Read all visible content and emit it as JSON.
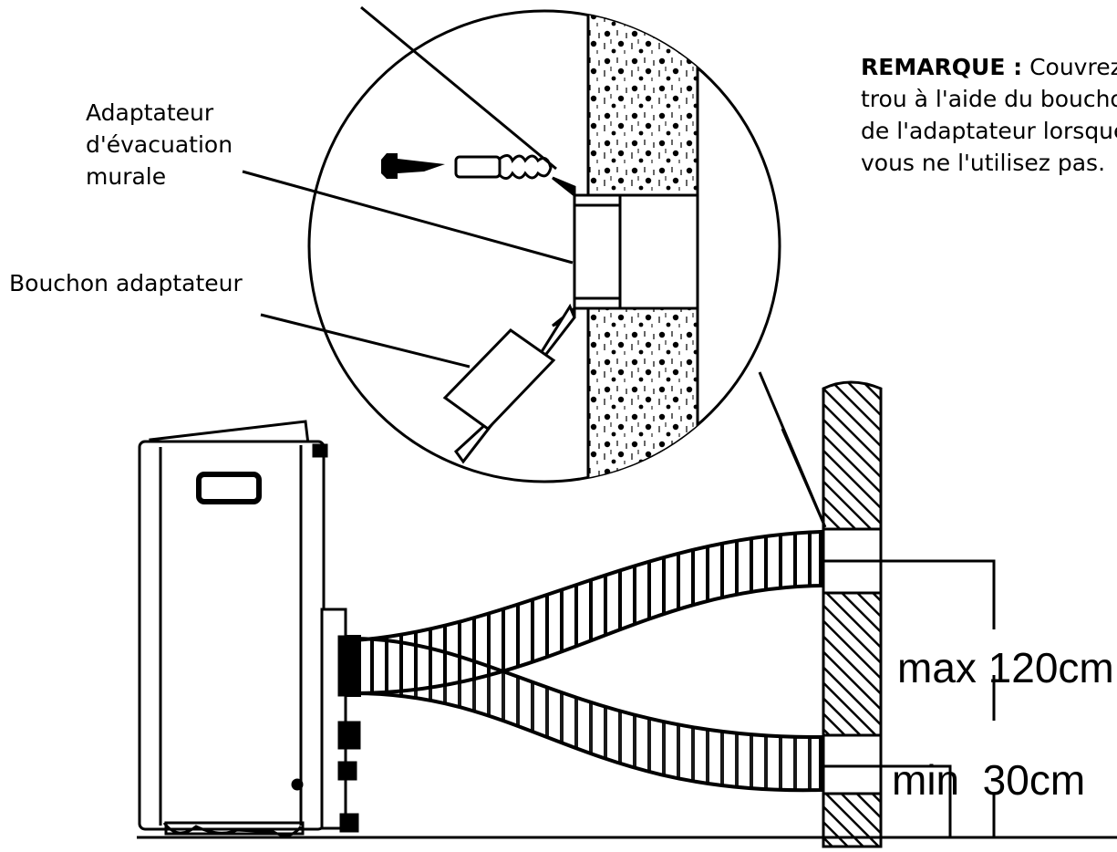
{
  "labels": {
    "wall_adapter": "Adaptateur\nd'évacuation\nmurale",
    "adapter_plug": "Bouchon adaptateur",
    "note_heading": "REMARQUE :",
    "note_text": " Couvrez le\ntrou à l'aide du bouchon\nde l'adaptateur lorsque\nvous ne l'utilisez pas.",
    "max_height": "max 120cm",
    "min_height": "min  30cm"
  },
  "icons": [
    "portable-air-conditioner-icon",
    "exhaust-hose-icon",
    "wall-section-icon",
    "magnifier-callout-icon",
    "screw-icon",
    "wall-anchor-icon"
  ],
  "colors": {
    "line": "#000000",
    "background": "#ffffff"
  }
}
